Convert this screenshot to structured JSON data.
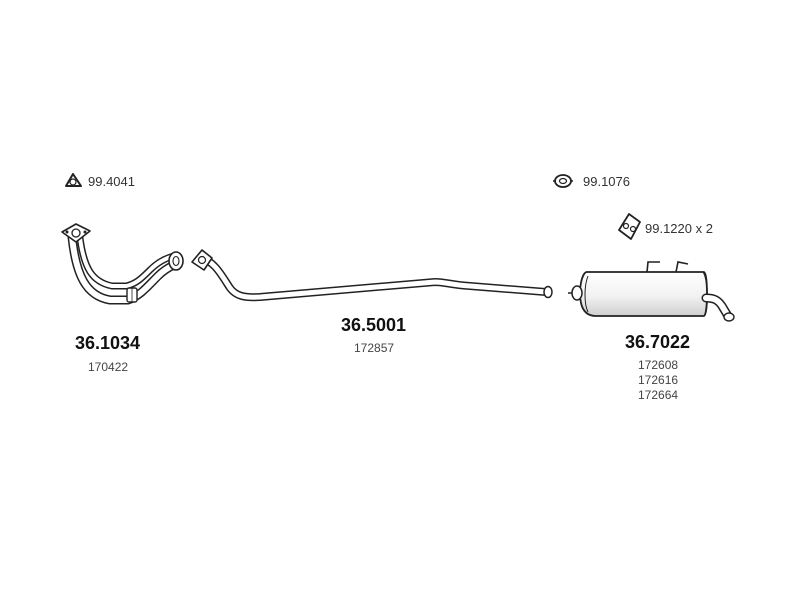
{
  "accessories": [
    {
      "code": "99.4041",
      "icon": "gasket-ring-icon"
    },
    {
      "code": "99.1076",
      "icon": "clamp-icon"
    },
    {
      "code": "99.1220 x 2",
      "icon": "rubber-mount-icon"
    }
  ],
  "parts": [
    {
      "number": "36.1034",
      "refs": [
        "170422"
      ],
      "icon": "front-pipe-icon"
    },
    {
      "number": "36.5001",
      "refs": [
        "172857"
      ],
      "icon": "middle-pipe-icon"
    },
    {
      "number": "36.7022",
      "refs": [
        "172608",
        "172616",
        "172664"
      ],
      "icon": "rear-silencer-icon"
    }
  ],
  "colors": {
    "line": "#222222",
    "fill": "#ffffff",
    "shade": "#e6e6e6"
  }
}
